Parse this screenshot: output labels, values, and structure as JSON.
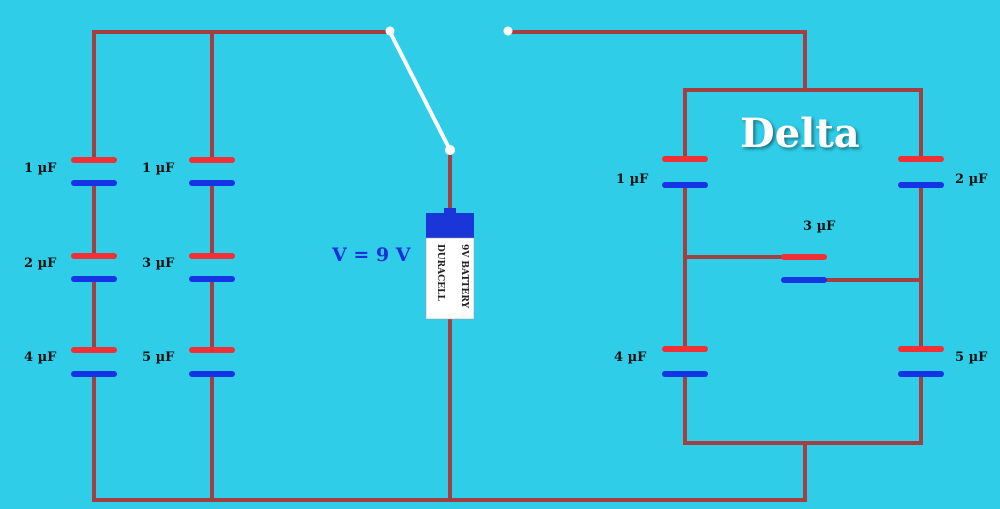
{
  "colors": {
    "background": "#2fcde8",
    "wire": "#a23f40",
    "plate_positive": "#f03035",
    "plate_negative": "#1434e6",
    "switch": "#ffffff",
    "battery_cap": "#1a36d8",
    "battery_body": "#ffffff",
    "voltage_text": "#1b2fd6",
    "label_text": "#111111"
  },
  "left_network": {
    "branch_1": [
      {
        "label": "1 µF"
      },
      {
        "label": "2 µF"
      },
      {
        "label": "4 µF"
      }
    ],
    "branch_2": [
      {
        "label": "1 µF"
      },
      {
        "label": "3 µF"
      },
      {
        "label": "5 µF"
      }
    ]
  },
  "battery": {
    "voltage_label": "V = 9 V",
    "text_1": "DURACELL",
    "text_2": "9V BATTERY"
  },
  "delta": {
    "title": "Delta",
    "capacitors": {
      "top_left": "1 µF",
      "top_right": "2 µF",
      "middle": "3 µF",
      "bottom_left": "4 µF",
      "bottom_right": "5 µF"
    }
  }
}
